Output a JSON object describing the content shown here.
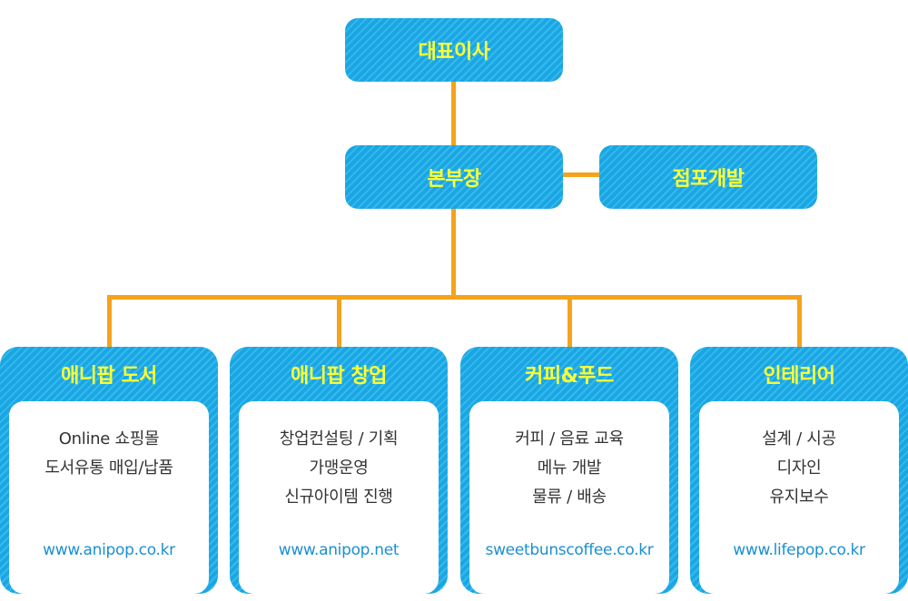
{
  "colors": {
    "box_fill": "#1aa6e2",
    "box_label": "#ffff33",
    "connector": "#f5a21c",
    "url_text": "#1b8fd0",
    "item_text": "#333333"
  },
  "ceo": {
    "label": "대표이사"
  },
  "hq": {
    "label": "본부장"
  },
  "store_dev": {
    "label": "점포개발"
  },
  "departments": [
    {
      "title": "애니팝 도서",
      "items": [
        "Online 쇼핑몰",
        "도서유통 매입/납품"
      ],
      "url": "www.anipop.co.kr"
    },
    {
      "title": "애니팝 창업",
      "items": [
        "창업컨설팅 / 기획",
        "가맹운영",
        "신규아이템 진행"
      ],
      "url": "www.anipop.net"
    },
    {
      "title": "커피&푸드",
      "items": [
        "커피 / 음료 교육",
        "메뉴 개발",
        "물류 / 배송"
      ],
      "url": "sweetbunscoffee.co.kr"
    },
    {
      "title": "인테리어",
      "items": [
        "설계 / 시공",
        "디자인",
        "유지보수"
      ],
      "url": "www.lifepop.co.kr"
    }
  ]
}
